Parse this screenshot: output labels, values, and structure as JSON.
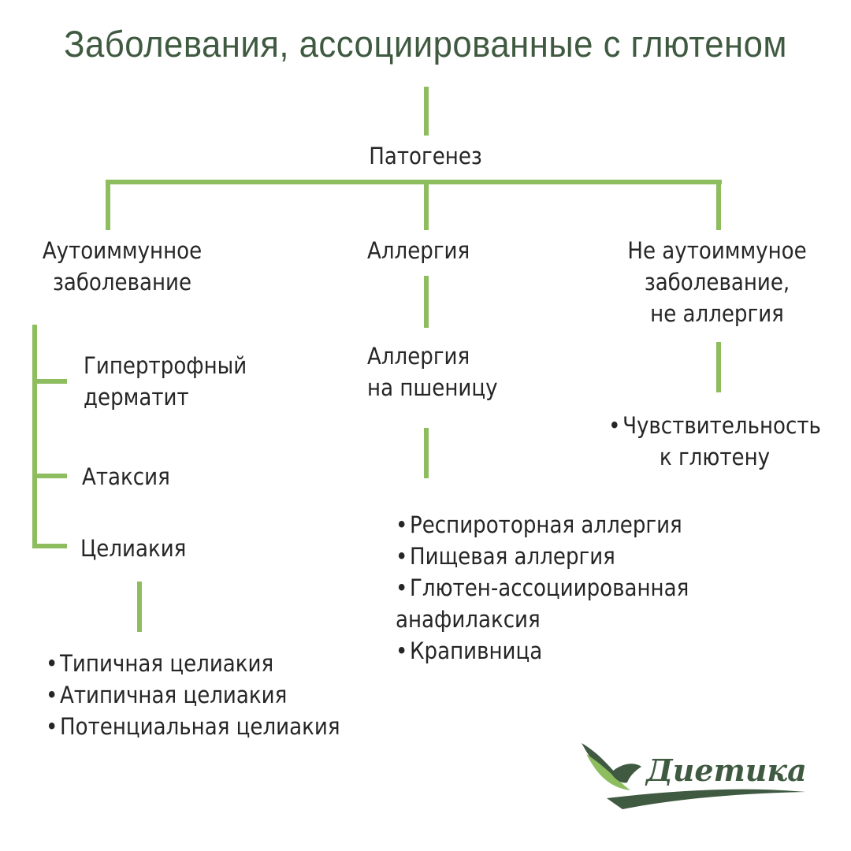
{
  "title": "Заболевания, ассоциированные с глютеном",
  "root": "Патогенез",
  "branches": {
    "autoimmune": {
      "label_line1": "Аутоиммунное",
      "label_line2": "заболевание",
      "children": [
        {
          "line1": "Гипертрофный",
          "line2": "дерматит"
        },
        {
          "line1": "Атаксия"
        },
        {
          "line1": "Целиакия"
        }
      ],
      "celiac_types": [
        "Типичная целиакия",
        "Атипичная целиакия",
        "Потенциальная целиакия"
      ]
    },
    "allergy": {
      "label": "Аллергия",
      "child_line1": "Аллергия",
      "child_line2": "на пшеницу",
      "types": [
        "Респироторная аллергия",
        "Пищевая аллергия",
        "Глютен-ассоциированная",
        "анафилаксия",
        "Крапивница"
      ]
    },
    "non_autoimmune": {
      "label_line1": "Не аутоиммуное",
      "label_line2": "заболевание,",
      "label_line3": "не аллергия",
      "child_line1": "Чувствительность",
      "child_line2": "к глютену"
    }
  },
  "logo": {
    "text": "Диетика"
  },
  "colors": {
    "title": "#3f5a40",
    "connector": "#8dbd5f",
    "text": "#262626"
  }
}
